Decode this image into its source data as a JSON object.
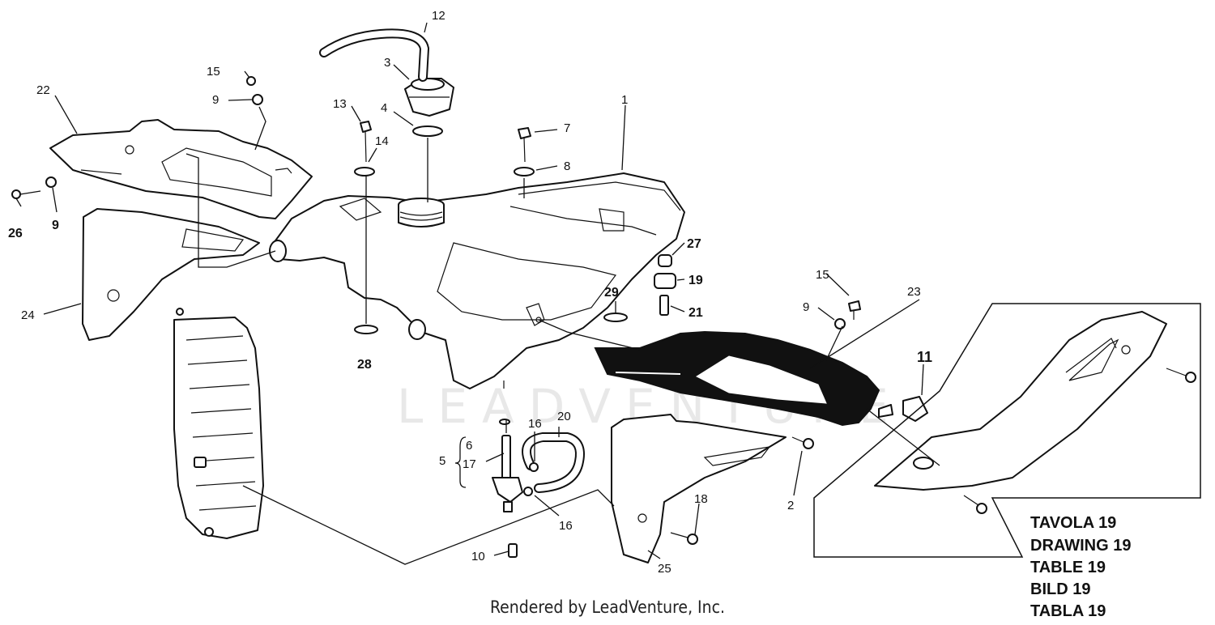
{
  "watermark": "LEADVENTURE",
  "footer": "Rendered by LeadVenture, Inc.",
  "table_labels": [
    "TAVOLA 19",
    "DRAWING 19",
    "TABLE 19",
    "BILD 19",
    "TABLA 19"
  ],
  "callouts": {
    "c1": "1",
    "c2": "2",
    "c3": "3",
    "c4": "4",
    "c5": "5",
    "c6": "6",
    "c7": "7",
    "c8": "8",
    "c9a": "9",
    "c9b": "9",
    "c9c": "9",
    "c10": "10",
    "c11": "11",
    "c12": "12",
    "c13": "13",
    "c14": "14",
    "c15a": "15",
    "c15b": "15",
    "c16a": "16",
    "c16b": "16",
    "c17": "17",
    "c18": "18",
    "c19": "19",
    "c20": "20",
    "c21": "21",
    "c22": "22",
    "c23": "23",
    "c24": "24",
    "c25": "25",
    "c26": "26",
    "c27": "27",
    "c28": "28",
    "c29": "29"
  }
}
